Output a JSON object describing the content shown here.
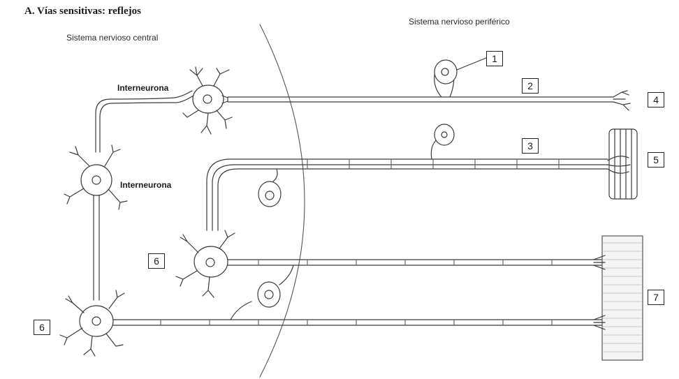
{
  "figure": {
    "title": "A. Vías sensitivas: reflejos",
    "regions": {
      "central": "Sistema nervioso central",
      "peripheral": "Sistema nervioso periférico"
    },
    "neuron_labels": [
      "Interneurona",
      "Interneurona"
    ],
    "callouts": [
      "1",
      "2",
      "3",
      "4",
      "5",
      "6",
      "6",
      "7"
    ]
  }
}
